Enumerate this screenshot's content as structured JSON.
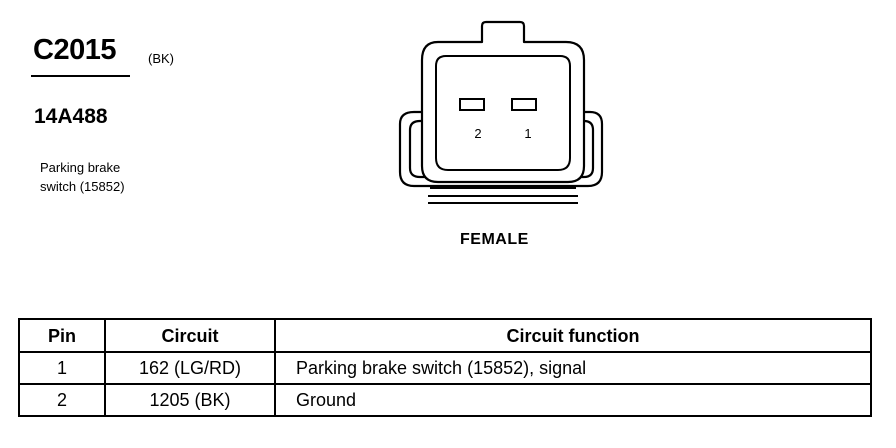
{
  "connector": {
    "id": "C2015",
    "color": "(BK)",
    "part_number": "14A488",
    "component_line1": "Parking brake",
    "component_line2": "switch (15852)",
    "gender": "FEMALE",
    "pin_labels": [
      "2",
      "1"
    ]
  },
  "table": {
    "headers": {
      "pin": "Pin",
      "circuit": "Circuit",
      "function": "Circuit function"
    },
    "rows": [
      {
        "pin": "1",
        "circuit": "162 (LG/RD)",
        "function": "Parking brake switch (15852), signal"
      },
      {
        "pin": "2",
        "circuit": "1205 (BK)",
        "function": "Ground"
      }
    ]
  }
}
